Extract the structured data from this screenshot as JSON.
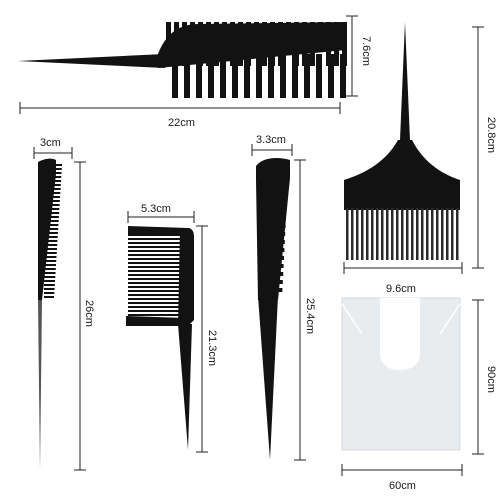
{
  "colors": {
    "comb": "#121212",
    "line": "#222222",
    "cape": "#e9ecef",
    "cape_edge": "#d4d8dc"
  },
  "products": [
    {
      "name": "weave-comb",
      "dimensions": [
        "22cm",
        "7.6cm"
      ]
    },
    {
      "name": "tint-brush",
      "dimensions": [
        "20.8cm",
        "9.6cm"
      ]
    },
    {
      "name": "rat-tail-comb",
      "dimensions": [
        "3cm",
        "26cm"
      ]
    },
    {
      "name": "wide-tail-comb",
      "dimensions": [
        "5.3cm",
        "21.3cm"
      ]
    },
    {
      "name": "tail-comb",
      "dimensions": [
        "3.3cm",
        "25.4cm"
      ]
    },
    {
      "name": "hair-cape",
      "dimensions": [
        "90cm",
        "60cm"
      ]
    }
  ]
}
